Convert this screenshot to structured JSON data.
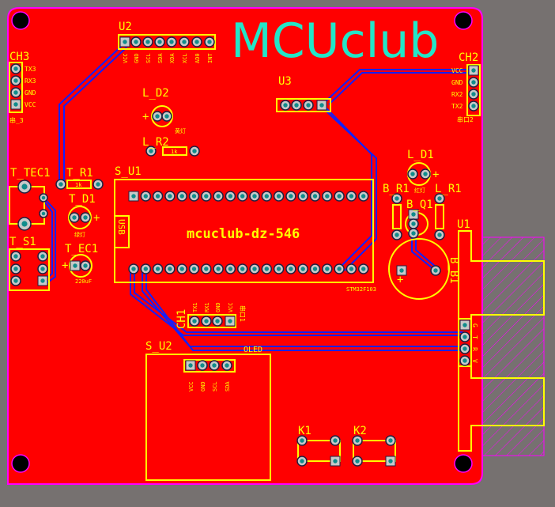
{
  "logo": "MCUclub",
  "board_label": "mcuclub-dz-546",
  "colors": {
    "board": "#ff0000",
    "silkscreen": "#ffff00",
    "trace": "#1020ff",
    "logo": "#22e6c8",
    "keepout": "#ff00ff",
    "background": "#767170"
  },
  "components": {
    "U2": {
      "ref": "U2",
      "pins": [
        "VCC",
        "GND",
        "SCL",
        "SDA",
        "XDA",
        "XCL",
        "AD0",
        "INT"
      ]
    },
    "CH3": {
      "ref": "CH3",
      "pins": [
        "TX3",
        "RX3",
        "GND",
        "VCC"
      ],
      "caption": "串_3"
    },
    "L_D2": {
      "ref": "L_D2",
      "polarity": "+",
      "value": "黄灯"
    },
    "L_R2": {
      "ref": "L_R2",
      "value": "1k"
    },
    "S_U1": {
      "ref": "S_U1",
      "usb": "USB",
      "part": "STM32F103"
    },
    "T_TEC1": {
      "ref": "T_TEC1"
    },
    "T_R1": {
      "ref": "T_R1",
      "value": "1k"
    },
    "T_D1": {
      "ref": "T_D1",
      "polarity": "+",
      "value": "绿灯"
    },
    "T_EC1": {
      "ref": "T_EC1",
      "polarity": "+",
      "value": "220uF"
    },
    "T_S1": {
      "ref": "T_S1"
    },
    "U3": {
      "ref": "U3"
    },
    "CH2": {
      "ref": "CH2",
      "pins": [
        "VCC",
        "GND",
        "RX2",
        "TX2"
      ],
      "caption": "串口2"
    },
    "L_D1": {
      "ref": "L_D1",
      "polarity": "+",
      "value": "红灯"
    },
    "B_R1": {
      "ref": "B_R1"
    },
    "L_R1": {
      "ref": "L_R1"
    },
    "B_Q1": {
      "ref": "B_Q1"
    },
    "B_B1": {
      "ref": "B_B1",
      "polarity": "+"
    },
    "U1": {
      "ref": "U1",
      "pins": [
        "G",
        "T",
        "R",
        "V"
      ]
    },
    "CH1": {
      "ref": "CH1",
      "pins": [
        "TX1",
        "RX1",
        "GND",
        "VCC"
      ],
      "caption": "串口1"
    },
    "S_U2": {
      "ref": "S_U2",
      "title": "OLED",
      "pins": [
        "VCC",
        "GND",
        "SCL",
        "SDA"
      ]
    },
    "K1": {
      "ref": "K1"
    },
    "K2": {
      "ref": "K2"
    }
  }
}
